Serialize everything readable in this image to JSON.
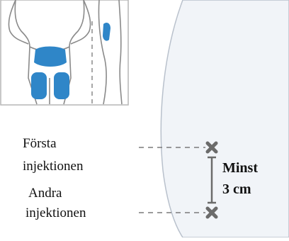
{
  "diagram": {
    "labels": {
      "first_injection_line1": "Första",
      "first_injection_line2": "injektionen",
      "second_injection_line1": "Andra",
      "second_injection_line2": "injektionen",
      "distance_line1": "Minst",
      "distance_line2": "3 cm"
    },
    "colors": {
      "injection_area": "#2f86c8",
      "body_outline": "#8a8a8a",
      "skin_area": "#f1f4f8",
      "marker": "#6b6b6b",
      "thumbnail_border": "#b5b5b5"
    },
    "icons": {
      "site_marker": "cross-icon",
      "distance_bracket": "bracket-icon"
    }
  }
}
